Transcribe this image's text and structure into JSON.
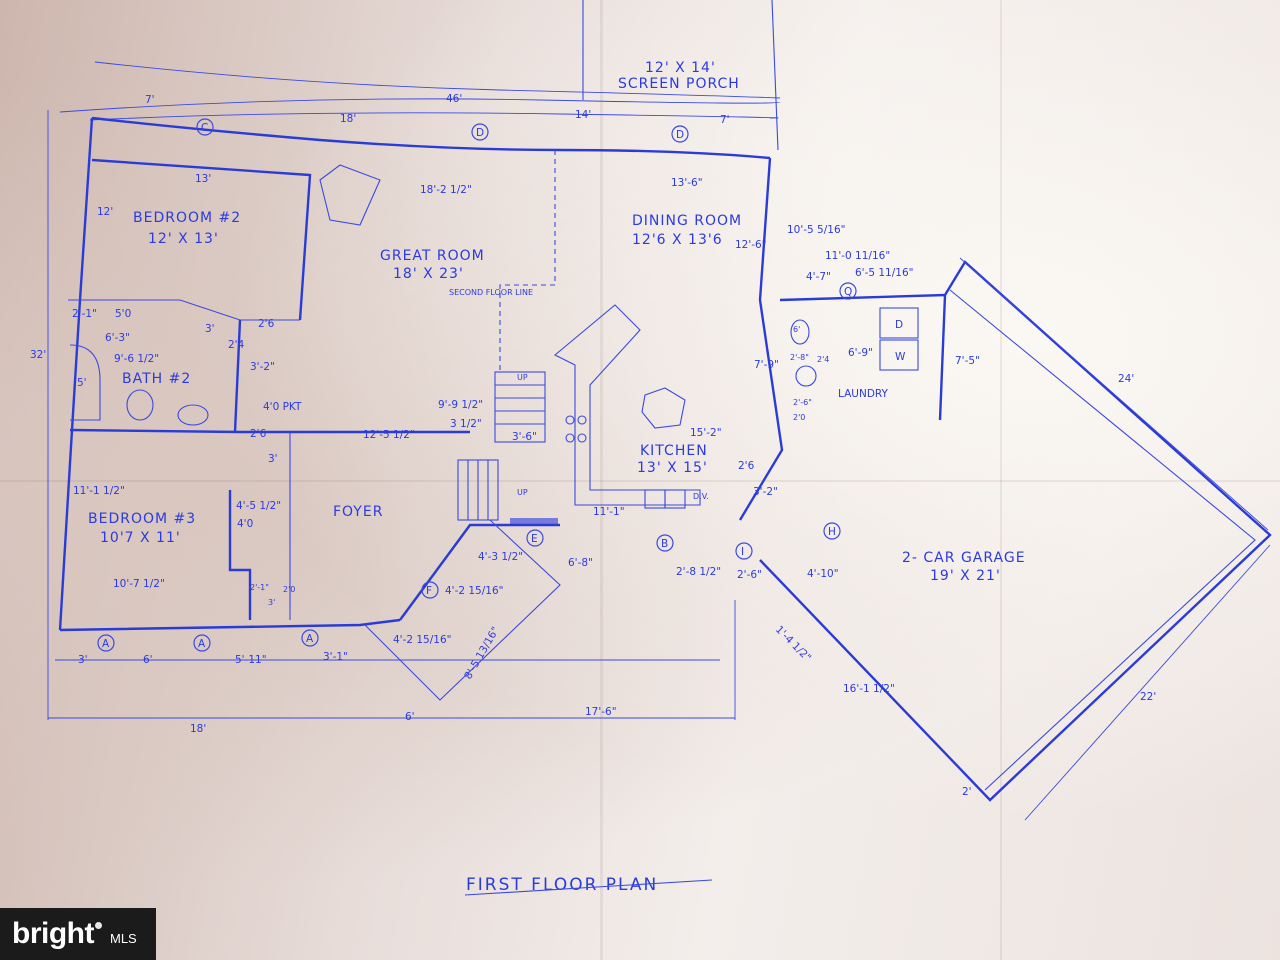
{
  "plan": {
    "title": "FIRST FLOOR PLAN",
    "rooms": {
      "porch_line1": "12' X 14'",
      "porch_line2": "SCREEN PORCH",
      "bedroom2": "BEDROOM #2",
      "bedroom2_size": "12' X 13'",
      "great_room": "GREAT ROOM",
      "great_room_size": "18' X 23'",
      "dining_room": "DINING ROOM",
      "dining_room_size": "12'6 X 13'6",
      "bath2": "BATH #2",
      "kitchen": "KITCHEN",
      "kitchen_size": "13' X 15'",
      "laundry": "LAUNDRY",
      "bedroom3": "BEDROOM #3",
      "bedroom3_size": "10'7 X 11'",
      "foyer": "FOYER",
      "garage": "2- CAR GARAGE",
      "garage_size": "19' X 21'"
    },
    "notes": {
      "second_floor_line": "SECOND FLOOR LINE",
      "pkt": "4'0 PKT",
      "up1": "UP",
      "up2": "UP",
      "dv": "D.V.",
      "d": "D",
      "w": "W"
    },
    "markers": {
      "a": "A",
      "b": "B",
      "c": "C",
      "d": "D",
      "e": "E",
      "f": "F",
      "h": "H",
      "i": "I",
      "q": "Q"
    },
    "dims": {
      "d7top": "7'",
      "d46": "46'",
      "d18top": "18'",
      "d14": "14'",
      "d7b": "7'",
      "d13": "13'",
      "d12left": "12'",
      "d18_2": "18'-2 1/2\"",
      "d13_6": "13'-6\"",
      "d10_5": "10'-5 5/16\"",
      "d12_6": "12'-6\"",
      "d11_0": "11'-0 11/16\"",
      "d4_7": "4'-7\"",
      "d6_5": "6'-5 11/16\"",
      "d5_0": "5'0",
      "d2_1": "2'-1\"",
      "d6_3": "6'-3\"",
      "d3a": "3'",
      "d2_6a": "2'6",
      "d2_4a": "2'4",
      "d9_6": "9'-6 1/2\"",
      "d3_2": "3'-2\"",
      "d5v": "5'",
      "d32": "32'",
      "d9_9": "9'-9 1/2\"",
      "d3_1": "3 1/2\"",
      "d3_6": "3'-6\"",
      "d15_2": "15'-2\"",
      "d2_6b": "2'6",
      "d12_5": "12'-5 1/2\"",
      "d3b": "3'",
      "d6a": "6'",
      "d2_8": "2'-8\"",
      "d2_4b": "2'4",
      "d6_9": "6'-9\"",
      "d7_9": "7'-9\"",
      "d7_5": "7'-5\"",
      "d2_6c": "2'-6\"",
      "d2_0a": "2'0",
      "d24": "24'",
      "d11_1_2": "11'-1 1/2\"",
      "d4_5": "4'-5 1/2\"",
      "d4_0": "4'0",
      "d10_7": "10'-7 1/2\"",
      "d2_1b": "2'-1\"",
      "d3c": "3'",
      "d2_0b": "2'0",
      "d11_1": "11'-1\"",
      "d2_6d": "2'6",
      "d3_2b": "3'-2\"",
      "d4_3": "4'-3 1/2\"",
      "d6_8": "6'-8\"",
      "d4_2a": "4'-2 15/16\"",
      "d4_2b": "4'-2 15/16\"",
      "d8_5": "8'-5 13/16\"",
      "d2_8b": "2'-8 1/2\"",
      "d2_6e": "2'-6\"",
      "d4_10": "4'-10\"",
      "d1_4": "1'-4 1/2\"",
      "d3bot": "3'",
      "d6bot": "6'",
      "d5_11": "5'-11\"",
      "d3_1b": "3'-1\"",
      "d16_1": "16'-1 1/2\"",
      "d22": "22'",
      "d2bot": "2'",
      "d18bot": "18'",
      "d6bot2": "6'",
      "d17_6": "17'-6\""
    }
  },
  "logo": {
    "brand": "bright",
    "suffix": "MLS"
  },
  "colors": {
    "ink": "#2c3be0",
    "paper": "#ece3df"
  }
}
